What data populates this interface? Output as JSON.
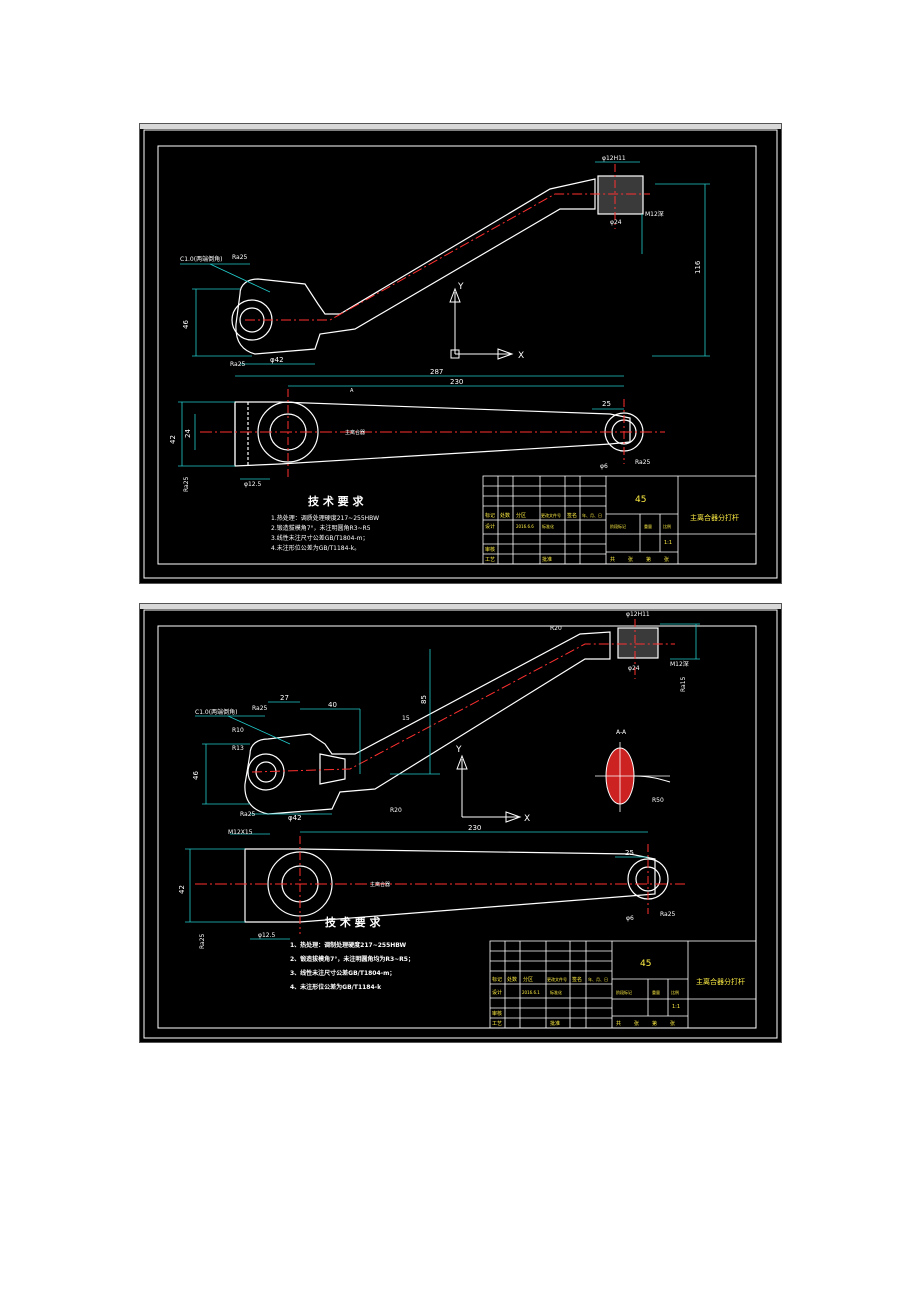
{
  "window": {
    "title": ""
  },
  "drawings": [
    {
      "tech_title": "技 术 要 求",
      "tech_notes": [
        "1.热处理：调质处理硬度217~255HBW",
        "2.锻造拔模角7°，未注明圆角R3~R5",
        "3.线性未注尺寸公差GB/T1804-m；",
        "4.未注形位公差为GB/T1184-k。"
      ],
      "material": "45",
      "part_name": "主离合器分打杆",
      "scale": "1:1",
      "tb_headers": [
        "标记",
        "处数",
        "分区",
        "更改文件号",
        "签名",
        "年、月、日"
      ],
      "tb_design": [
        "设计",
        "2016.6.6",
        "标准化"
      ],
      "tb_stage": [
        "阶段标记",
        "重量",
        "比例"
      ],
      "tb_review": "审核",
      "tb_process": "工艺",
      "tb_approve": "批准",
      "tb_sheets": [
        "共",
        "张",
        "第",
        "张"
      ],
      "dims": {
        "top_hole": "φ12H11",
        "top_dia": "φ24",
        "top_depth": "M12深",
        "height": "116",
        "left_height": "46",
        "span": "287",
        "len": "230",
        "r25": "25",
        "d42": "φ42",
        "d12": "φ12.5",
        "chamfer": "C1.0(两端倒角)",
        "ra": "Ra25",
        "d6": "φ6",
        "h42": "42",
        "h24": "24",
        "axis_x": "X",
        "axis_y": "Y",
        "section_mark": "A",
        "text_mid": "主离合器"
      }
    },
    {
      "tech_title": "技 术 要 求",
      "tech_notes": [
        "1、热处理：调制处理硬度217~255HBW",
        "2、锻造拔模角7°，未注明圆角均为R3~R5；",
        "3、线性未注尺寸公差GB/T1804-m；",
        "4、未注形位公差为GB/T1184-k"
      ],
      "material": "45",
      "part_name": "主离合器分打杆",
      "scale": "1:1",
      "tb_headers": [
        "标记",
        "处数",
        "分区",
        "更改文件号",
        "签名",
        "年、月、日"
      ],
      "tb_design": [
        "设计",
        "2016.6.1",
        "标准化"
      ],
      "tb_stage": [
        "阶段标记",
        "重量",
        "比例"
      ],
      "tb_review": "审核",
      "tb_process": "工艺",
      "tb_approve": "批准",
      "tb_sheets": [
        "共",
        "张",
        "第",
        "张"
      ],
      "dims": {
        "r20a": "R20",
        "r20b": "R20",
        "r10": "R10",
        "r13": "R13",
        "r50": "R50",
        "d27": "27",
        "d40": "40",
        "d85": "85",
        "d230": "230",
        "d25": "25",
        "d42": "φ42",
        "d12": "φ12.5",
        "top_hole": "φ12H11",
        "top_dia": "φ24",
        "top_depth": "M12深",
        "left_height": "46",
        "h42": "42",
        "chamfer": "C1.0(两端倒角)",
        "ra": "Ra25",
        "m12": "M12X15",
        "d6": "φ6",
        "section": "A-A",
        "axis_x": "X",
        "axis_y": "Y",
        "text_mid": "主离合器",
        "ra15": "Ra15",
        "tol": "15"
      }
    }
  ]
}
